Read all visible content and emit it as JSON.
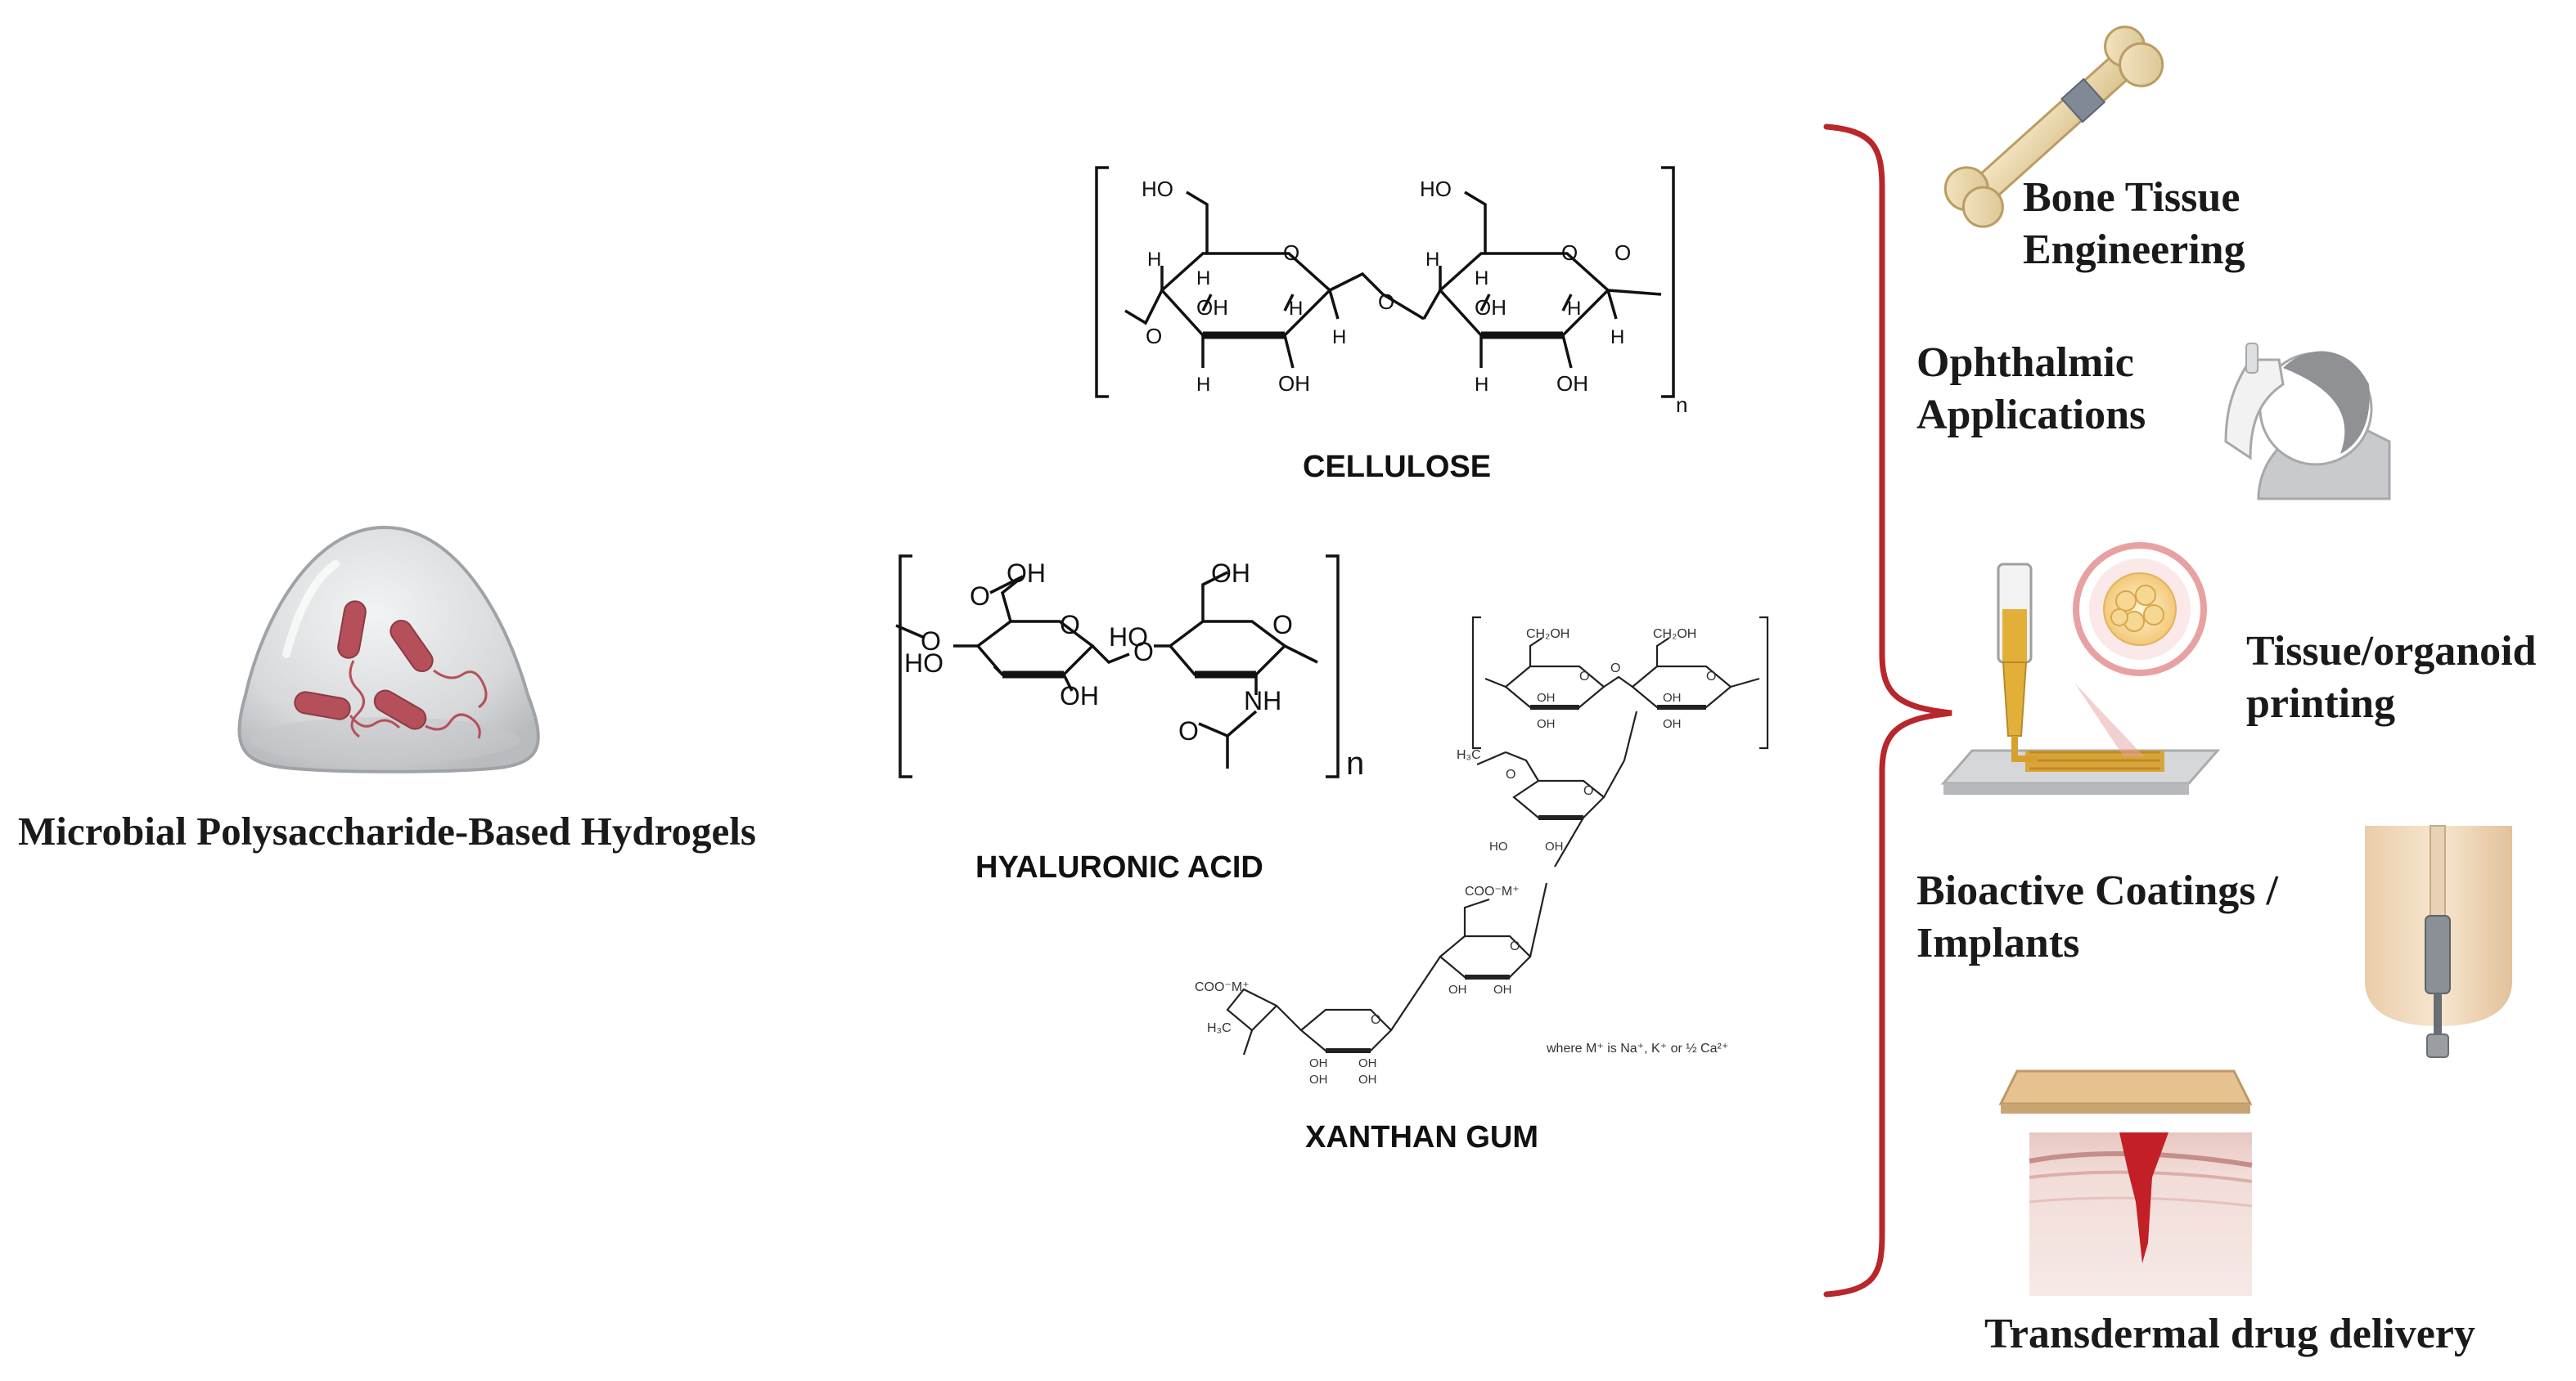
{
  "main": {
    "title": "Microbial Polysaccharide-Based Hydrogels"
  },
  "structures": {
    "cellulose": {
      "name": "CELLULOSE",
      "subscript": "n",
      "atoms": {
        "ho": "HO",
        "o": "O",
        "h": "H",
        "oh": "OH"
      }
    },
    "hyaluronic_acid": {
      "name": "HYALURONIC ACID",
      "subscript": "n",
      "atoms": {
        "oh": "OH",
        "ho": "HO",
        "o": "O",
        "nh": "NH"
      }
    },
    "xanthan_gum": {
      "name": "XANTHAN GUM",
      "note": "where M⁺ is Na⁺, K⁺ or ½ Ca²⁺",
      "atoms": {
        "ch2oh": "CH₂OH",
        "coo": "COO⁻M⁺",
        "h3c": "H₃C",
        "oh": "OH",
        "o": "O",
        "ho": "HO"
      }
    }
  },
  "applications": [
    {
      "line1": "Bone Tissue",
      "line2": "Engineering",
      "icon": "bone-icon"
    },
    {
      "line1": "Ophthalmic",
      "line2": "Applications",
      "icon": "eye-drop-icon"
    },
    {
      "line1": "Tissue/organoid",
      "line2": "printing",
      "icon": "bioprinter-icon"
    },
    {
      "line1": "Bioactive Coatings /",
      "line2": "Implants",
      "icon": "implant-icon"
    },
    {
      "line1": "Transdermal drug delivery",
      "line2": "",
      "icon": "skin-wound-icon"
    }
  ],
  "colors": {
    "brace": "#b8272b",
    "bacteria": "#b5505a",
    "gel": "#d9dadb",
    "gold": "#d7a02c",
    "skin": "#e7c9a6"
  }
}
